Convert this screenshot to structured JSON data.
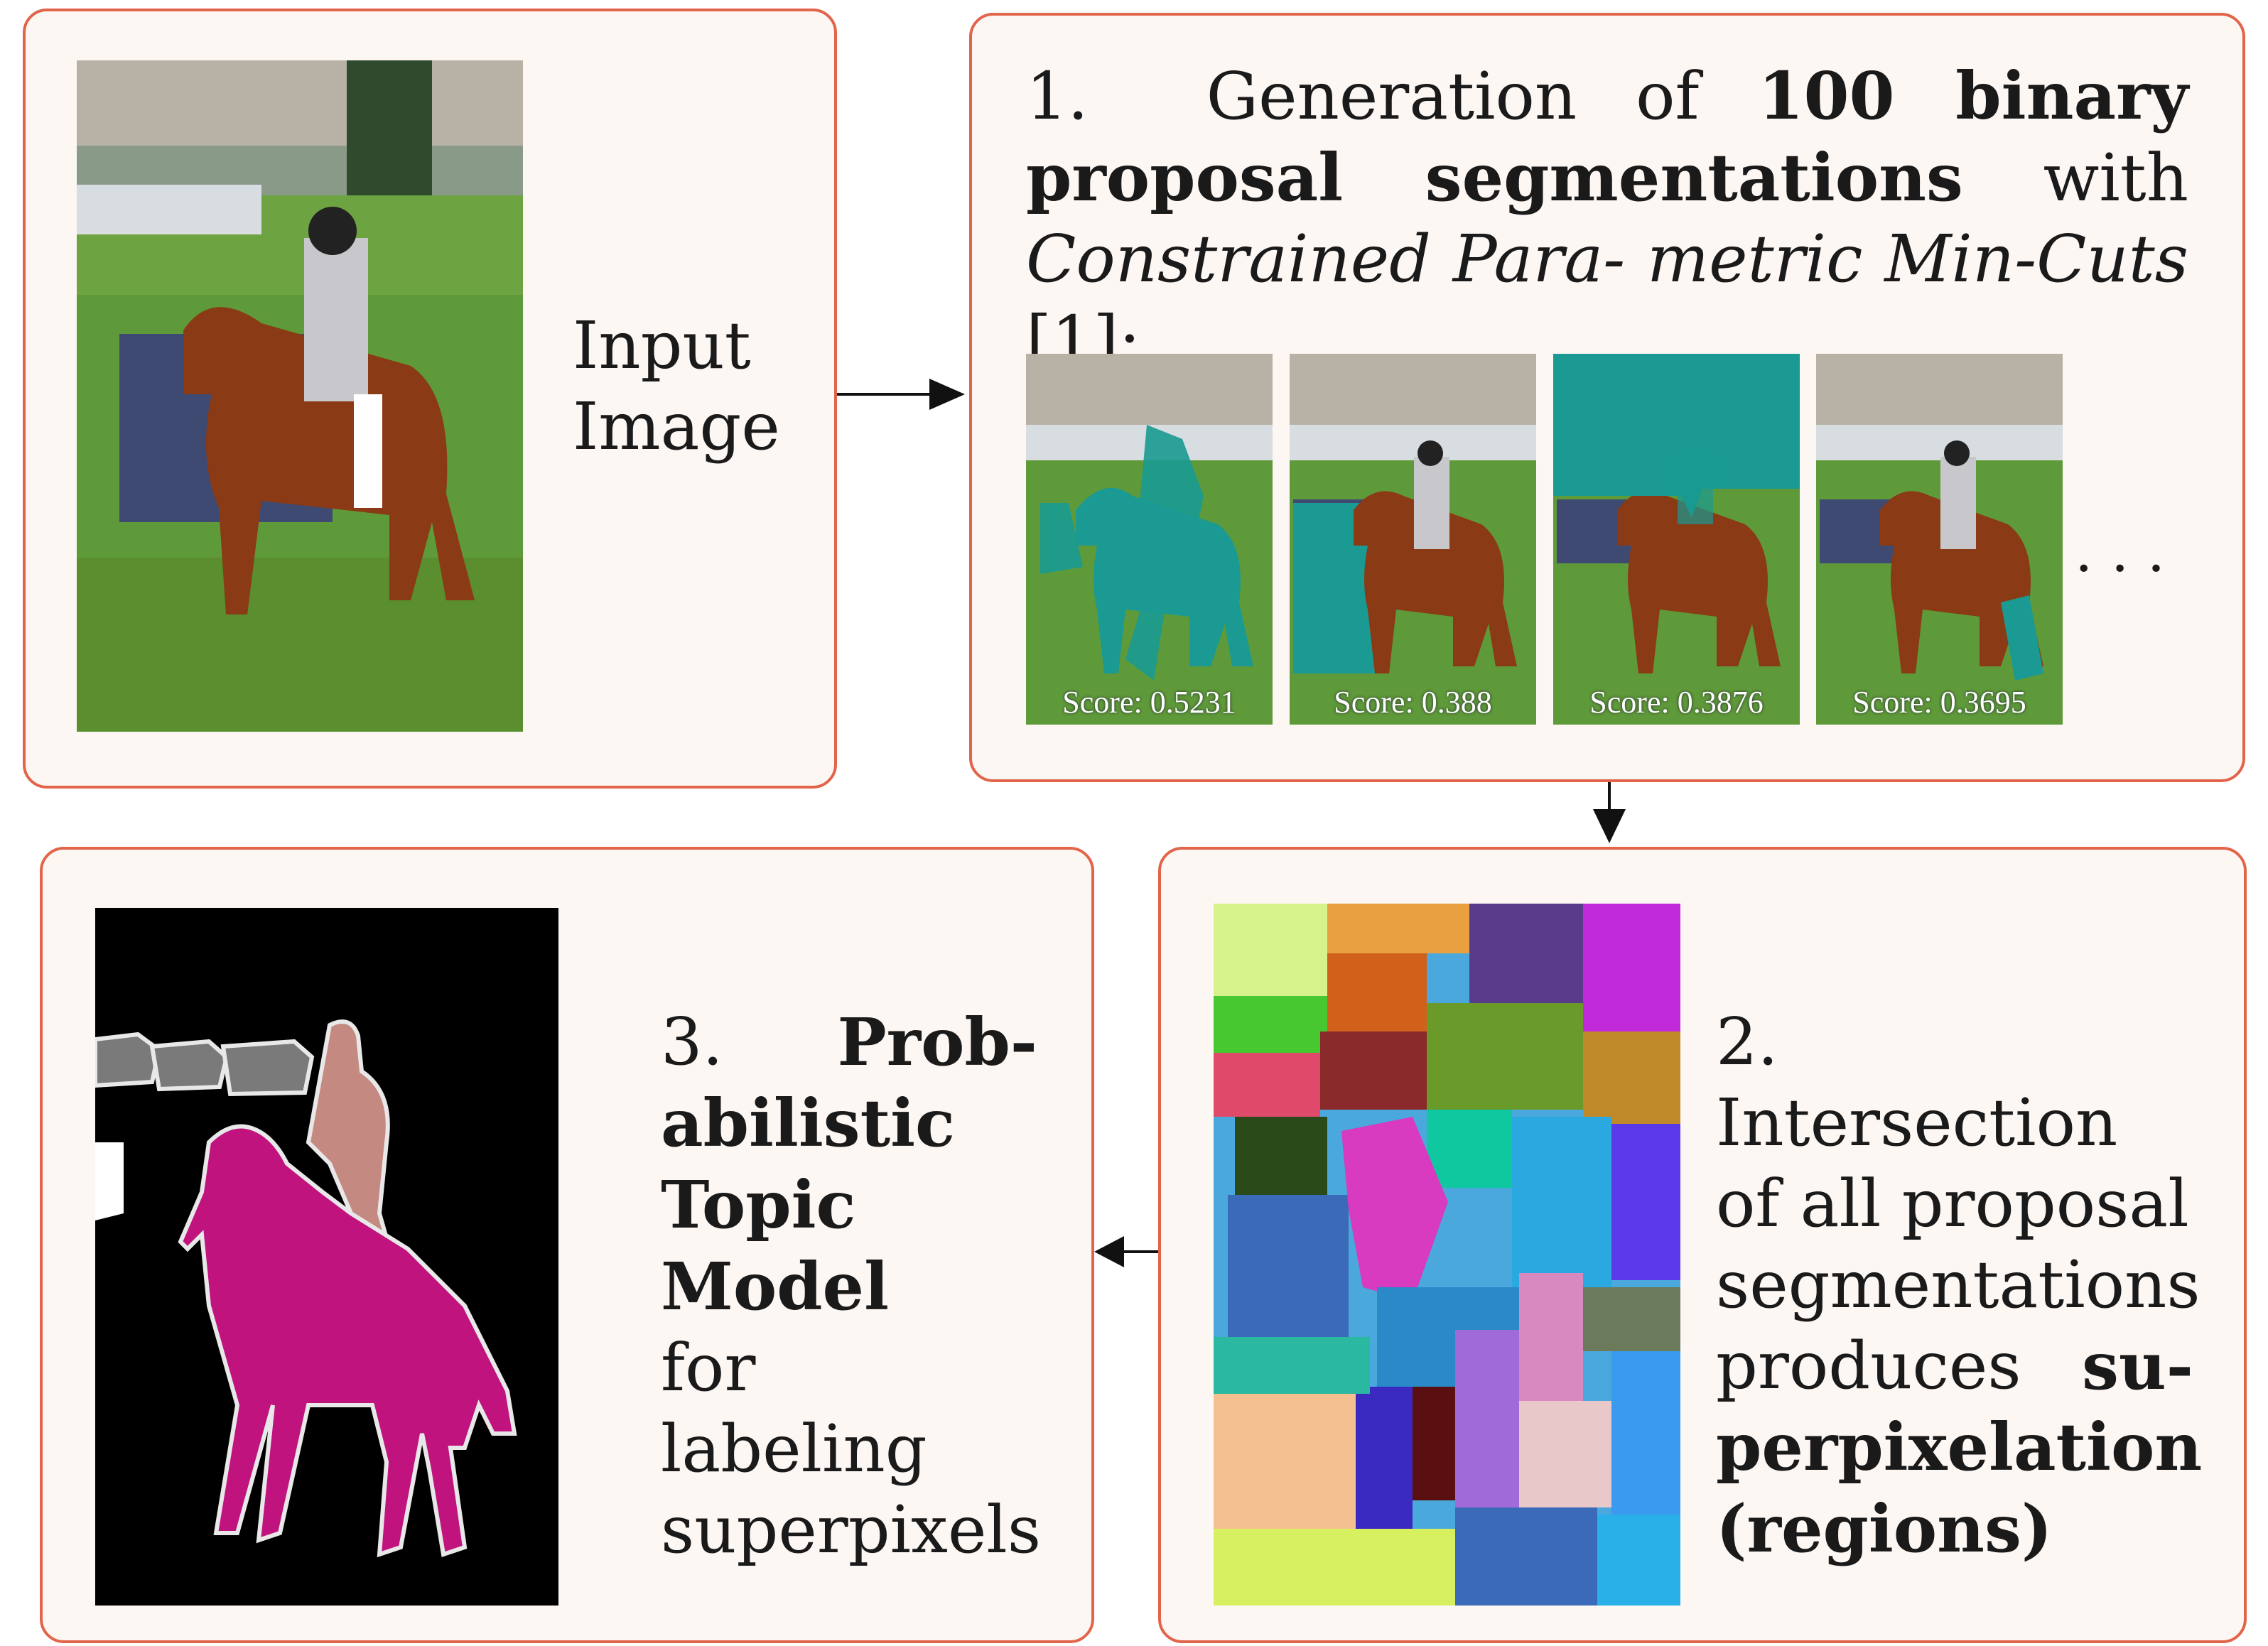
{
  "input": {
    "label_line1": "Input",
    "label_line2": "Image"
  },
  "step1": {
    "number": "1.",
    "pre": "Generation of",
    "bold": "100 binary proposal segmentations",
    "mid": "with",
    "italic1": "Constrained Para-",
    "italic2": "metric Min-Cuts",
    "ref": "[1]:",
    "proposals": [
      {
        "score": "Score: 0.5231"
      },
      {
        "score": "Score: 0.388"
      },
      {
        "score": "Score: 0.3876"
      },
      {
        "score": "Score: 0.3695"
      }
    ],
    "ellipsis": ". . ."
  },
  "step2": {
    "number": "2.",
    "line_a": "Intersection",
    "line_b": "of all proposal",
    "line_c": "segmentations",
    "line_d": "produces",
    "bold1": "su-",
    "bold2": "perpixelation",
    "bold3": "(regions)"
  },
  "step3": {
    "number": "3.",
    "bold1": "Prob-",
    "bold2": "abilistic",
    "bold3": "Topic",
    "bold4": "Model",
    "line_a": "for labeling",
    "line_b": "superpixels"
  },
  "colors": {
    "panel_border": "#e2644a",
    "panel_fill": "#fdf7f4",
    "proposal_mask": "#1a9a92",
    "person_label": "#c48a82",
    "horse_label": "#c0137e",
    "car_label": "#7a7a7a"
  }
}
